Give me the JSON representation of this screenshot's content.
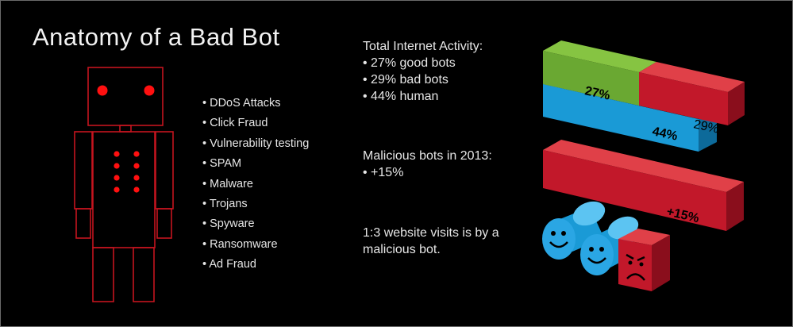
{
  "title": "Anatomy of a Bad Bot",
  "bad_bot_activities": [
    "DDoS Attacks",
    "Click Fraud",
    "Vulnerability testing",
    "SPAM",
    "Malware",
    "Trojans",
    "Spyware",
    "Ransomware",
    "Ad Fraud"
  ],
  "total_activity": {
    "heading": "Total Internet Activity:",
    "points": [
      "27% good bots",
      "29% bad bots",
      "44% human"
    ],
    "bar_labels": {
      "good": "27%",
      "bad": "29%",
      "human": "44%"
    },
    "shares": {
      "good": 27,
      "bad": 29,
      "human": 44
    }
  },
  "malicious_bots": {
    "heading": "Malicious bots in 2013:",
    "point": "+15%",
    "bar_label": "+15%"
  },
  "website_visits": {
    "line1": "1:3 website visits is by a",
    "line2": "malicious bot."
  },
  "colors": {
    "background": "#000000",
    "robot_outline": "#c4141e",
    "robot_lights": "#ff1010",
    "good_bots": "#6aa832",
    "bad_bots": "#c2182a",
    "human": "#1a9ad6"
  },
  "icons": [
    "robot-outline-icon",
    "smiley-face-icon",
    "angry-face-icon"
  ]
}
